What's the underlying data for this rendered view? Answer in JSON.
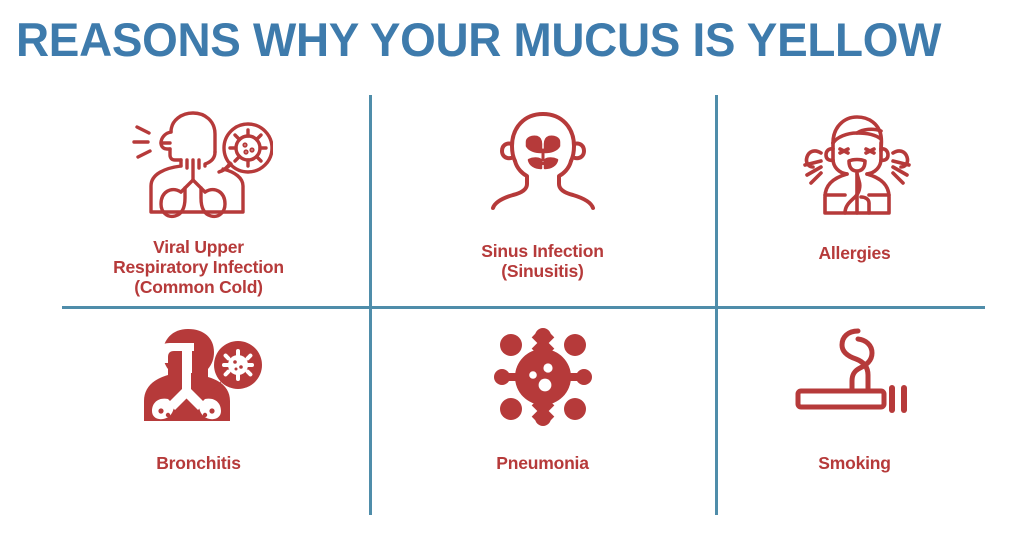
{
  "page": {
    "title": "REASONS WHY YOUR MUCUS IS YELLOW",
    "background_color": "#FFFFFF",
    "title_color": "#3E7BAC",
    "divider_color": "#4F8DAA",
    "label_color": "#B63A3A",
    "icon_color": "#B63A3A"
  },
  "cells": [
    {
      "icon": "coughing-person-lungs-virus-icon",
      "label": "Viral Upper\nRespiratory Infection\n(Common Cold)"
    },
    {
      "icon": "head-sinus-cavities-icon",
      "label": "Sinus Infection\n(Sinusitis)"
    },
    {
      "icon": "sneezing-person-icon",
      "label": "Allergies"
    },
    {
      "icon": "silhouette-head-lungs-virus-icon",
      "label": "Bronchitis"
    },
    {
      "icon": "virus-icon",
      "label": "Pneumonia"
    },
    {
      "icon": "cigarette-smoke-icon",
      "label": "Smoking"
    }
  ]
}
